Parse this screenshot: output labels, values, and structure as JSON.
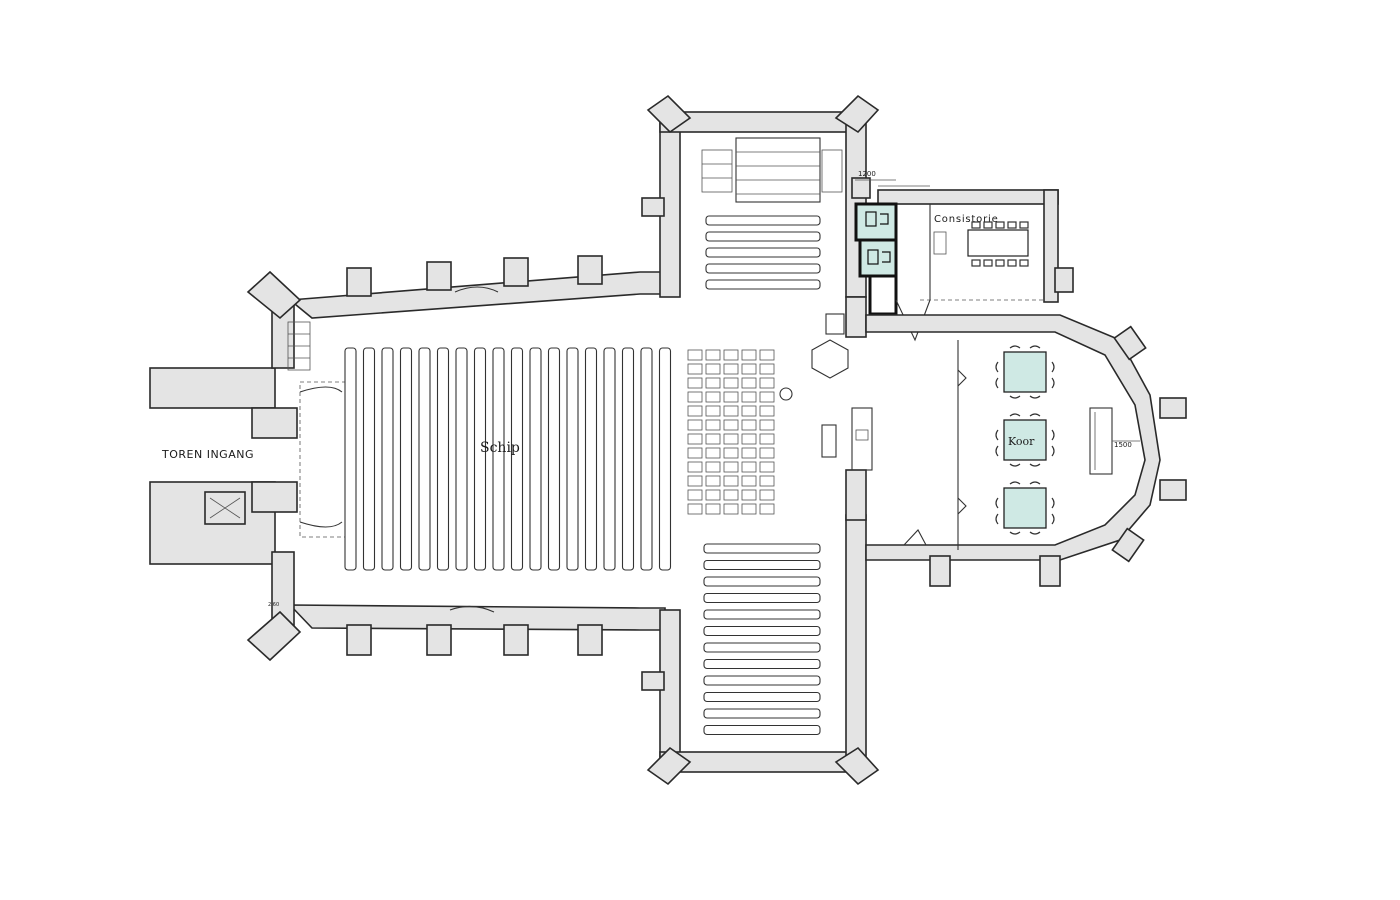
{
  "labels": {
    "tower_entrance": "TOREN INGANG",
    "nave": "Schip",
    "consistory": "Consistorie",
    "choir": "Koor",
    "dimension_wc": "1200",
    "dimension_choir": "1500",
    "small_note": "2.60"
  },
  "colors": {
    "highlight_fill": "#cfe9e4",
    "wall_fill": "#e4e4e4",
    "ink": "#2a2a2a"
  },
  "icons": [
    "toilet-icon",
    "toilet-icon"
  ]
}
